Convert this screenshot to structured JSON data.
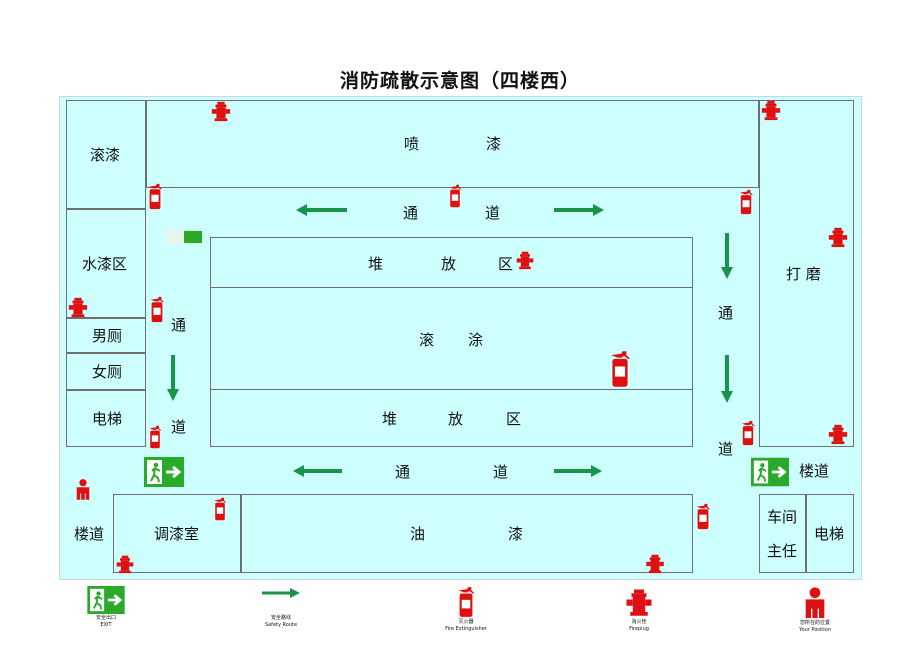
{
  "title": "消防疏散示意图（四楼西）",
  "rooms": {
    "gundqi": "滚漆",
    "penqi_a": "喷",
    "penqi_b": "漆",
    "shuiqiqu": "水漆区",
    "nance": "男厕",
    "nvce": "女厕",
    "dianti_left": "电梯",
    "duifang_top_a": "堆",
    "duifang_top_b": "放",
    "duifang_top_c": "区",
    "guntu_a": "滚",
    "guntu_b": "涂",
    "duifang_bot_a": "堆",
    "duifang_bot_b": "放",
    "duifang_bot_c": "区",
    "damo": "打 磨",
    "loudao_left": "楼道",
    "tiaoqishi": "调漆室",
    "youqi_a": "油",
    "youqi_b": "漆",
    "loudao_right": "楼道",
    "chejian_1": "车间",
    "chejian_2": "主任",
    "dianti_right": "电梯"
  },
  "corridors": {
    "top_a": "通",
    "top_b": "道",
    "left_a": "通",
    "left_b": "道",
    "right_a": "通",
    "right_b": "道",
    "bottom_a": "通",
    "bottom_b": "道"
  },
  "legend": {
    "exit_cn": "安全出口",
    "exit_en": "EXIT",
    "route_cn": "安全路线",
    "route_en": "Safety Route",
    "extinguisher_cn": "灭火器",
    "extinguisher_en": "Fire Extinguisher",
    "hydrant_cn": "消火栓",
    "hydrant_en": "Fireplug",
    "position_cn": "您所在的位置",
    "position_en": "Your Position"
  },
  "colors": {
    "floor": "#ccfffe",
    "exit_green": "#2aa92a",
    "arrow_green": "#18944a",
    "fire_red": "#dd1111"
  }
}
